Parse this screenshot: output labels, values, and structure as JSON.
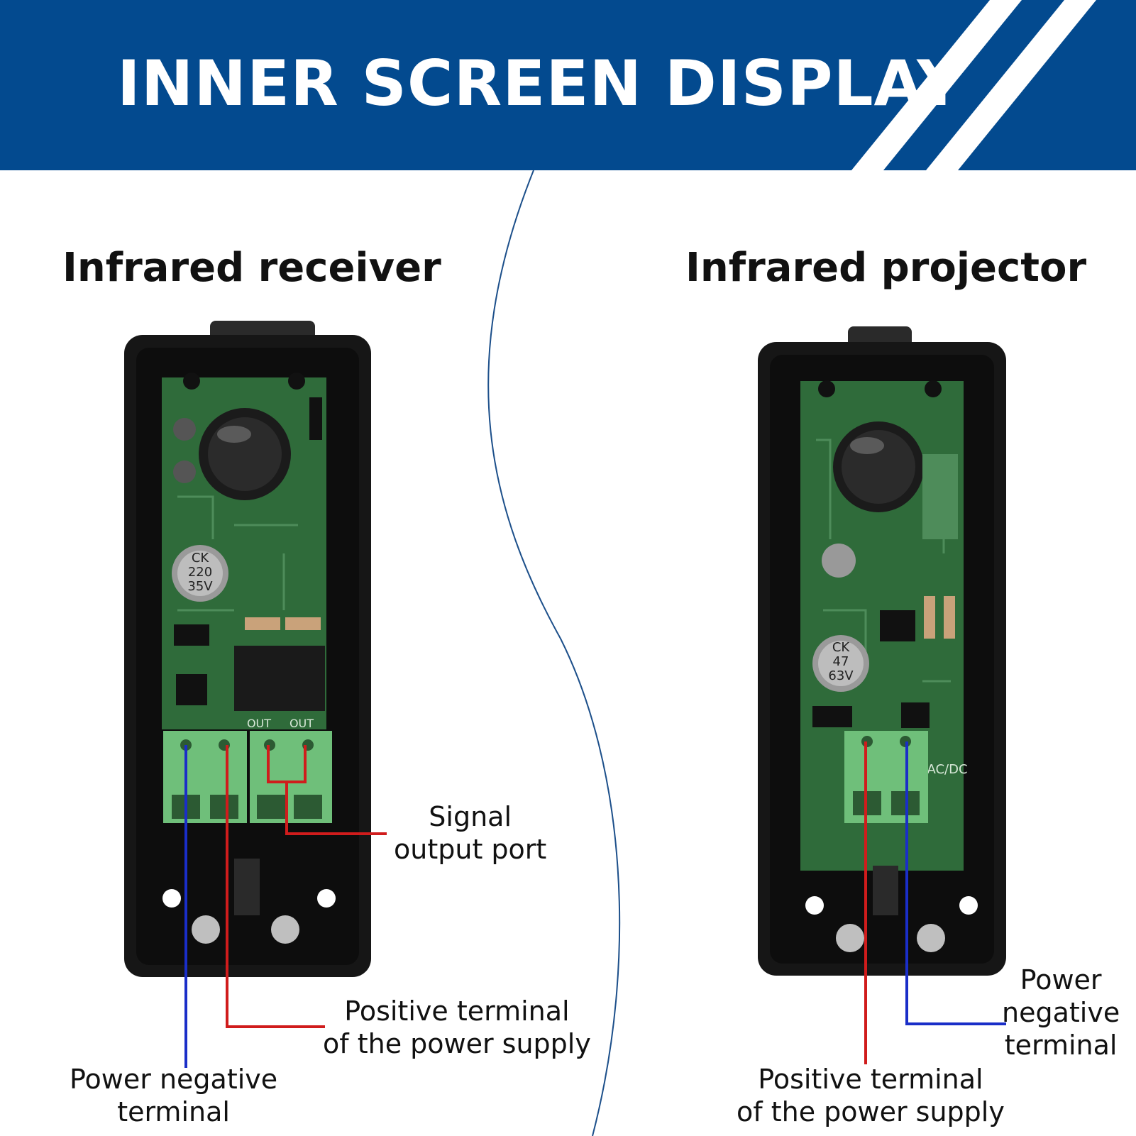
{
  "banner": {
    "title": "INNER SCREEN DISPLAY",
    "color": "#034a8f"
  },
  "receiver": {
    "heading": "Infrared receiver",
    "signal_label": [
      "Signal",
      "output port"
    ],
    "positive_label": [
      "Positive terminal",
      "of the power supply"
    ],
    "negative_label": [
      "Power negative",
      "terminal"
    ],
    "board_markings": [
      "CK",
      "220",
      "35V",
      "OUT",
      "OUT"
    ]
  },
  "projector": {
    "heading": "Infrared projector",
    "negative_label": [
      "Power",
      "negative",
      "terminal"
    ],
    "positive_label": [
      "Positive terminal",
      "of the power supply"
    ],
    "board_markings": [
      "CK",
      "47",
      "63V",
      "AC/DC"
    ]
  },
  "colors": {
    "positive_wire": "#d01c1c",
    "negative_wire": "#1a2ec8",
    "board": "#2f6b3a",
    "housing": "#1a1a1a",
    "terminal_block": "#6fbf7a"
  }
}
